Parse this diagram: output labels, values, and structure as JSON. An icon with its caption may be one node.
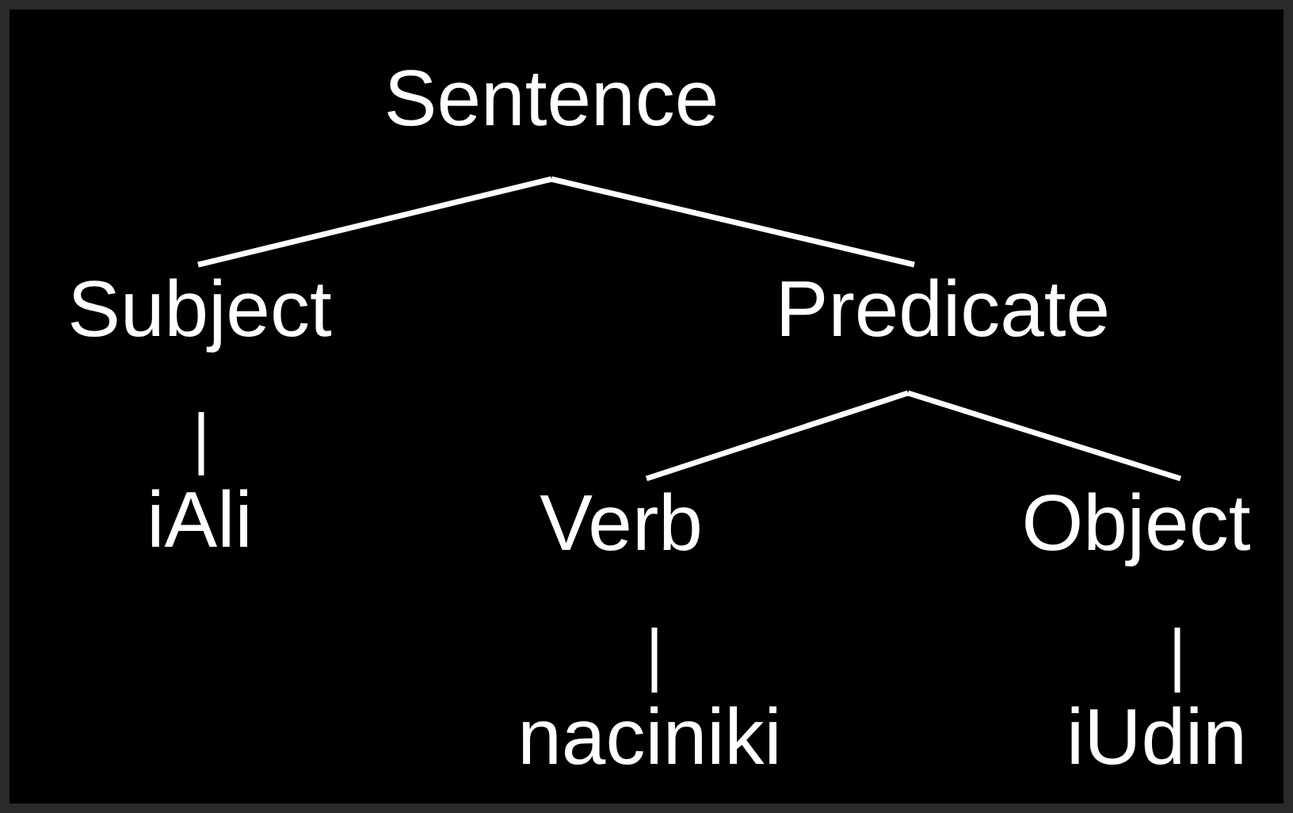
{
  "diagram": {
    "nodes": [
      {
        "text": [
          "Sentence"
        ]
      },
      {
        "text": [
          "Subject"
        ]
      },
      {
        "text": [
          "Predicate"
        ]
      },
      {
        "text": [
          "iAli"
        ]
      },
      {
        "text": [
          "Verb"
        ]
      },
      {
        "text": [
          "Object"
        ]
      },
      {
        "text": [
          "naciniki"
        ]
      },
      {
        "text": [
          "iUdin"
        ]
      }
    ],
    "edges": [
      {
        "from": 0,
        "to": 1,
        "arrow": "none"
      },
      {
        "from": 0,
        "to": 2,
        "arrow": "none"
      },
      {
        "from": 1,
        "to": 3,
        "arrow": "none"
      },
      {
        "from": 2,
        "to": 4,
        "arrow": "none"
      },
      {
        "from": 2,
        "to": 5,
        "arrow": "none"
      },
      {
        "from": 4,
        "to": 6,
        "arrow": "none"
      },
      {
        "from": 5,
        "to": 7,
        "arrow": "none"
      }
    ]
  }
}
